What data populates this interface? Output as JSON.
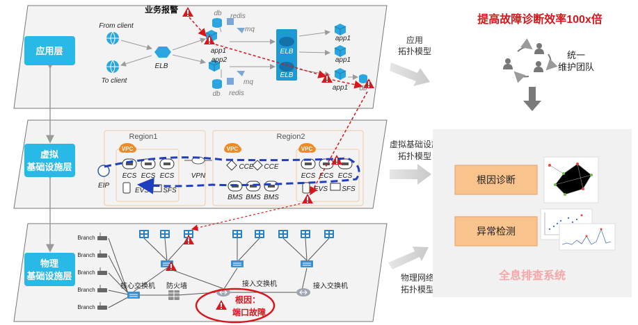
{
  "layers": {
    "app": "应用层",
    "virtual": [
      "虚拟",
      "基础设施层"
    ],
    "physical": [
      "物理",
      "基础设施层"
    ]
  },
  "app_layer": {
    "alert": "业务报警",
    "from_client": "From client",
    "to_client": "To client",
    "elb": "ELB",
    "app1": "app1",
    "app2": "app2",
    "db": "db",
    "redis": "redis",
    "mq": "mq"
  },
  "virtual_layer": {
    "region1": "Region1",
    "region2": "Region2",
    "vpc": "VPC",
    "ecs": "ECS",
    "evs": "EVS",
    "sfs": "SFS",
    "vpn": "VPN",
    "cce": "CCE",
    "bms": "BMS",
    "eip": "EIP"
  },
  "physical_layer": {
    "branch": "Branch",
    "core_switch": "核心交换机",
    "firewall": "防火墙",
    "access_switch": "接入交换机",
    "root_cause": [
      "根因：",
      "端口故障"
    ]
  },
  "right_panel": {
    "headline": "提高故障诊断效率100x倍",
    "team": [
      "统一",
      "维护团队"
    ],
    "app_topology": [
      "应用",
      "拓扑模型"
    ],
    "virtual_topology": [
      "虚拟基础设施",
      "拓扑模型"
    ],
    "physical_topology": [
      "物理网络",
      "拓扑模型"
    ],
    "root_cause_diagnosis": "根因诊断",
    "anomaly_detection": "异常检测",
    "system_name": "全息排查系统"
  },
  "colors": {
    "layer_box": "#29b9e6",
    "alarm": "#d8161b",
    "path_blue": "#1f3fbf",
    "orange_box": "#f9c38d",
    "gray_panel": "#f1f1f1",
    "system_name": "#f4a7a9"
  }
}
